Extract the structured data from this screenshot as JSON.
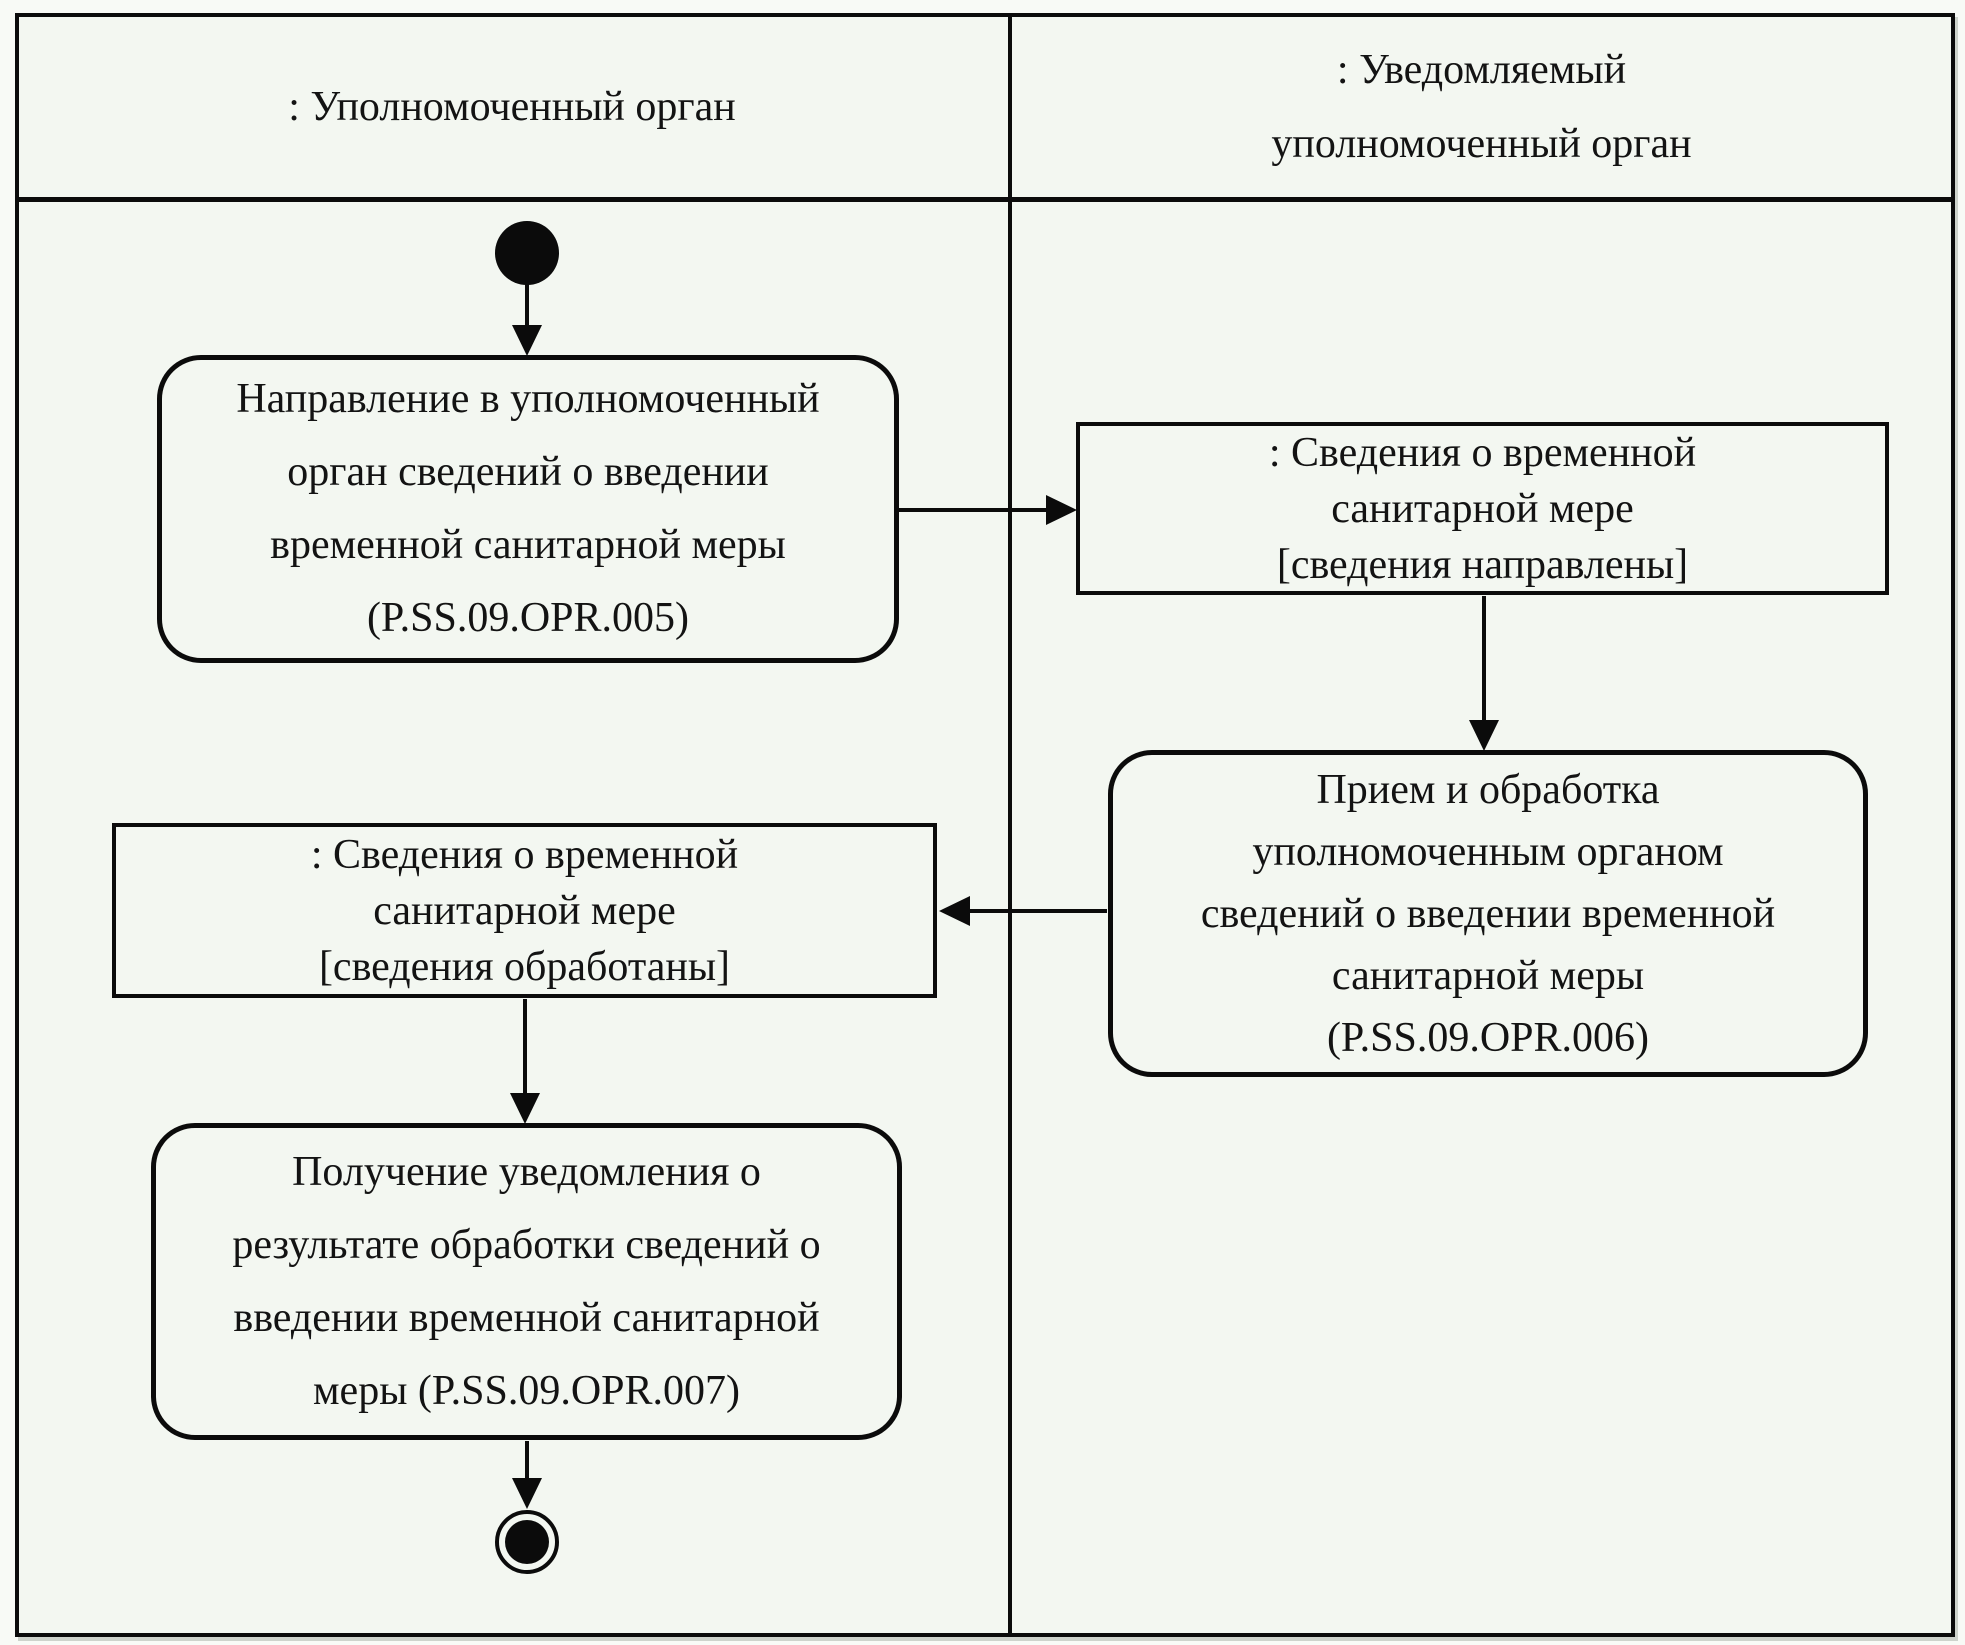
{
  "diagram": {
    "type": "uml-activity-swimlane",
    "lanes": {
      "left": {
        "label_lines": [
          ": Уполномоченный орган"
        ]
      },
      "right": {
        "label_lines": [
          ": Уведомляемый",
          "уполномоченный орган"
        ]
      }
    },
    "nodes": {
      "activity_005": {
        "kind": "action",
        "lines": [
          "Направление в уполномоченный",
          "орган сведений о введении",
          "временной санитарной меры",
          "(P.SS.09.OPR.005)"
        ]
      },
      "object_sent": {
        "kind": "object",
        "lines": [
          ": Сведения о временной",
          "санитарной мере",
          "[сведения направлены]"
        ]
      },
      "activity_006": {
        "kind": "action",
        "lines": [
          "Прием и обработка",
          "уполномоченным органом",
          "сведений о введении временной",
          "санитарной меры",
          "(P.SS.09.OPR.006)"
        ]
      },
      "object_processed": {
        "kind": "object",
        "lines": [
          ": Сведения о временной",
          "санитарной мере",
          "[сведения обработаны]"
        ]
      },
      "activity_007": {
        "kind": "action",
        "lines": [
          "Получение уведомления о",
          "результате обработки сведений о",
          "введении временной санитарной",
          "меры (P.SS.09.OPR.007)"
        ]
      }
    },
    "colors": {
      "line": "#0b0b0b",
      "canvas": "#f3f7f1",
      "page": "#f8faf6",
      "text": "#131313"
    }
  }
}
